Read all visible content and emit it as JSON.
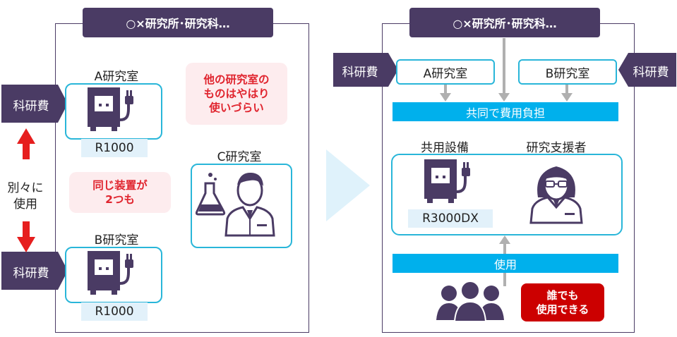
{
  "left_panel": {
    "title": "○×研究所･研究科…",
    "grant_top": "科研費",
    "grant_bottom": "科研費",
    "lab_a": "A研究室",
    "lab_b": "B研究室",
    "lab_c": "C研究室",
    "model_a": "R1000",
    "model_b": "R1000",
    "note_others": [
      "他の研究室の",
      "ものはやはり",
      "使いづらい"
    ],
    "note_same": [
      "同じ装置が",
      "2つも"
    ],
    "separate_use": [
      "別々に",
      "使用"
    ]
  },
  "right_panel": {
    "title": "○×研究所･研究科…",
    "grant_left": "科研費",
    "grant_right": "科研費",
    "lab_a": "A研究室",
    "lab_b": "B研究室",
    "shared_cost": "共同で費用負担",
    "shared_equipment": "共用設備",
    "support_staff": "研究支援者",
    "model": "R3000DX",
    "use_bar": "使用",
    "anyone_badge": [
      "誰でも",
      "使用できる"
    ]
  },
  "colors": {
    "panel_border": "#4a3b64",
    "accent_cyan": "#00b0ec",
    "box_border": "#29b6d9",
    "alert_red": "#e0242e",
    "badge_red": "#cc0000",
    "arrow_red": "#e61e1e",
    "flow_chevron": "#dff2fb"
  }
}
